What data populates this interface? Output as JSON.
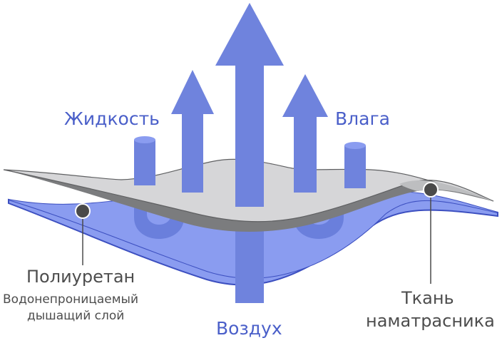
{
  "labels": {
    "liquid": "Жидкость",
    "moisture": "Влага",
    "air": "Воздух",
    "polyurethane": "Полиуретан",
    "pu_desc_line1": "Водонепроницаемый",
    "pu_desc_line2": "дышащий слой",
    "fabric_line1": "Ткань",
    "fabric_line2": "наматрасника"
  },
  "colors": {
    "arrow": "#6f83dd",
    "arrow_under": "#5f75d6",
    "blue_layer": "#8a9cf0",
    "blue_outline": "#3c4fc0",
    "fabric_light": "#d6d6d8",
    "fabric_dark": "#7b7c7e",
    "fabric_edge": "#5f6062",
    "marker": "#4a4a4a",
    "label_blue": "#4a5fc9",
    "label_gray": "#4d4d4d"
  }
}
